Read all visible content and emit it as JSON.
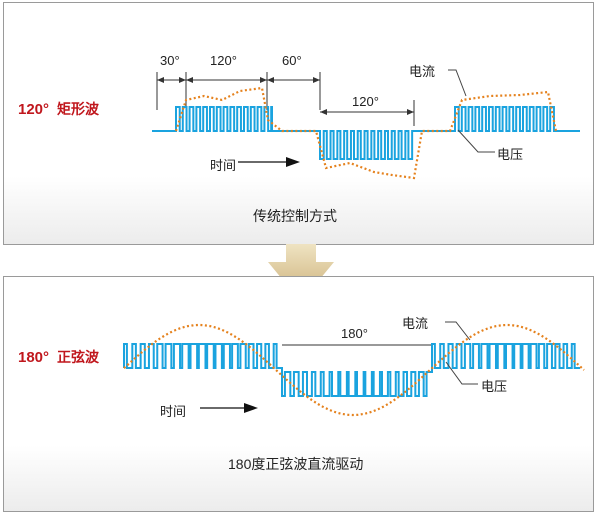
{
  "top_panel": {
    "angle_label": "120°",
    "mode_name": "矩形波",
    "seg_30": "30°",
    "seg_120": "120°",
    "seg_60": "60°",
    "seg_120_low": "120°",
    "current_label": "电流",
    "voltage_label": "电压",
    "time_label": "时间",
    "caption": "传统控制方式"
  },
  "bottom_panel": {
    "angle_label": "180°",
    "mode_name": "正弦波",
    "seg_180": "180°",
    "current_label": "电流",
    "voltage_label": "电压",
    "time_label": "时间",
    "caption": "180度正弦波直流驱动"
  },
  "colors": {
    "voltage": "#1aa3df",
    "current": "#e5821e",
    "label_red": "#c0171d",
    "arrow": "#c9b27a"
  }
}
